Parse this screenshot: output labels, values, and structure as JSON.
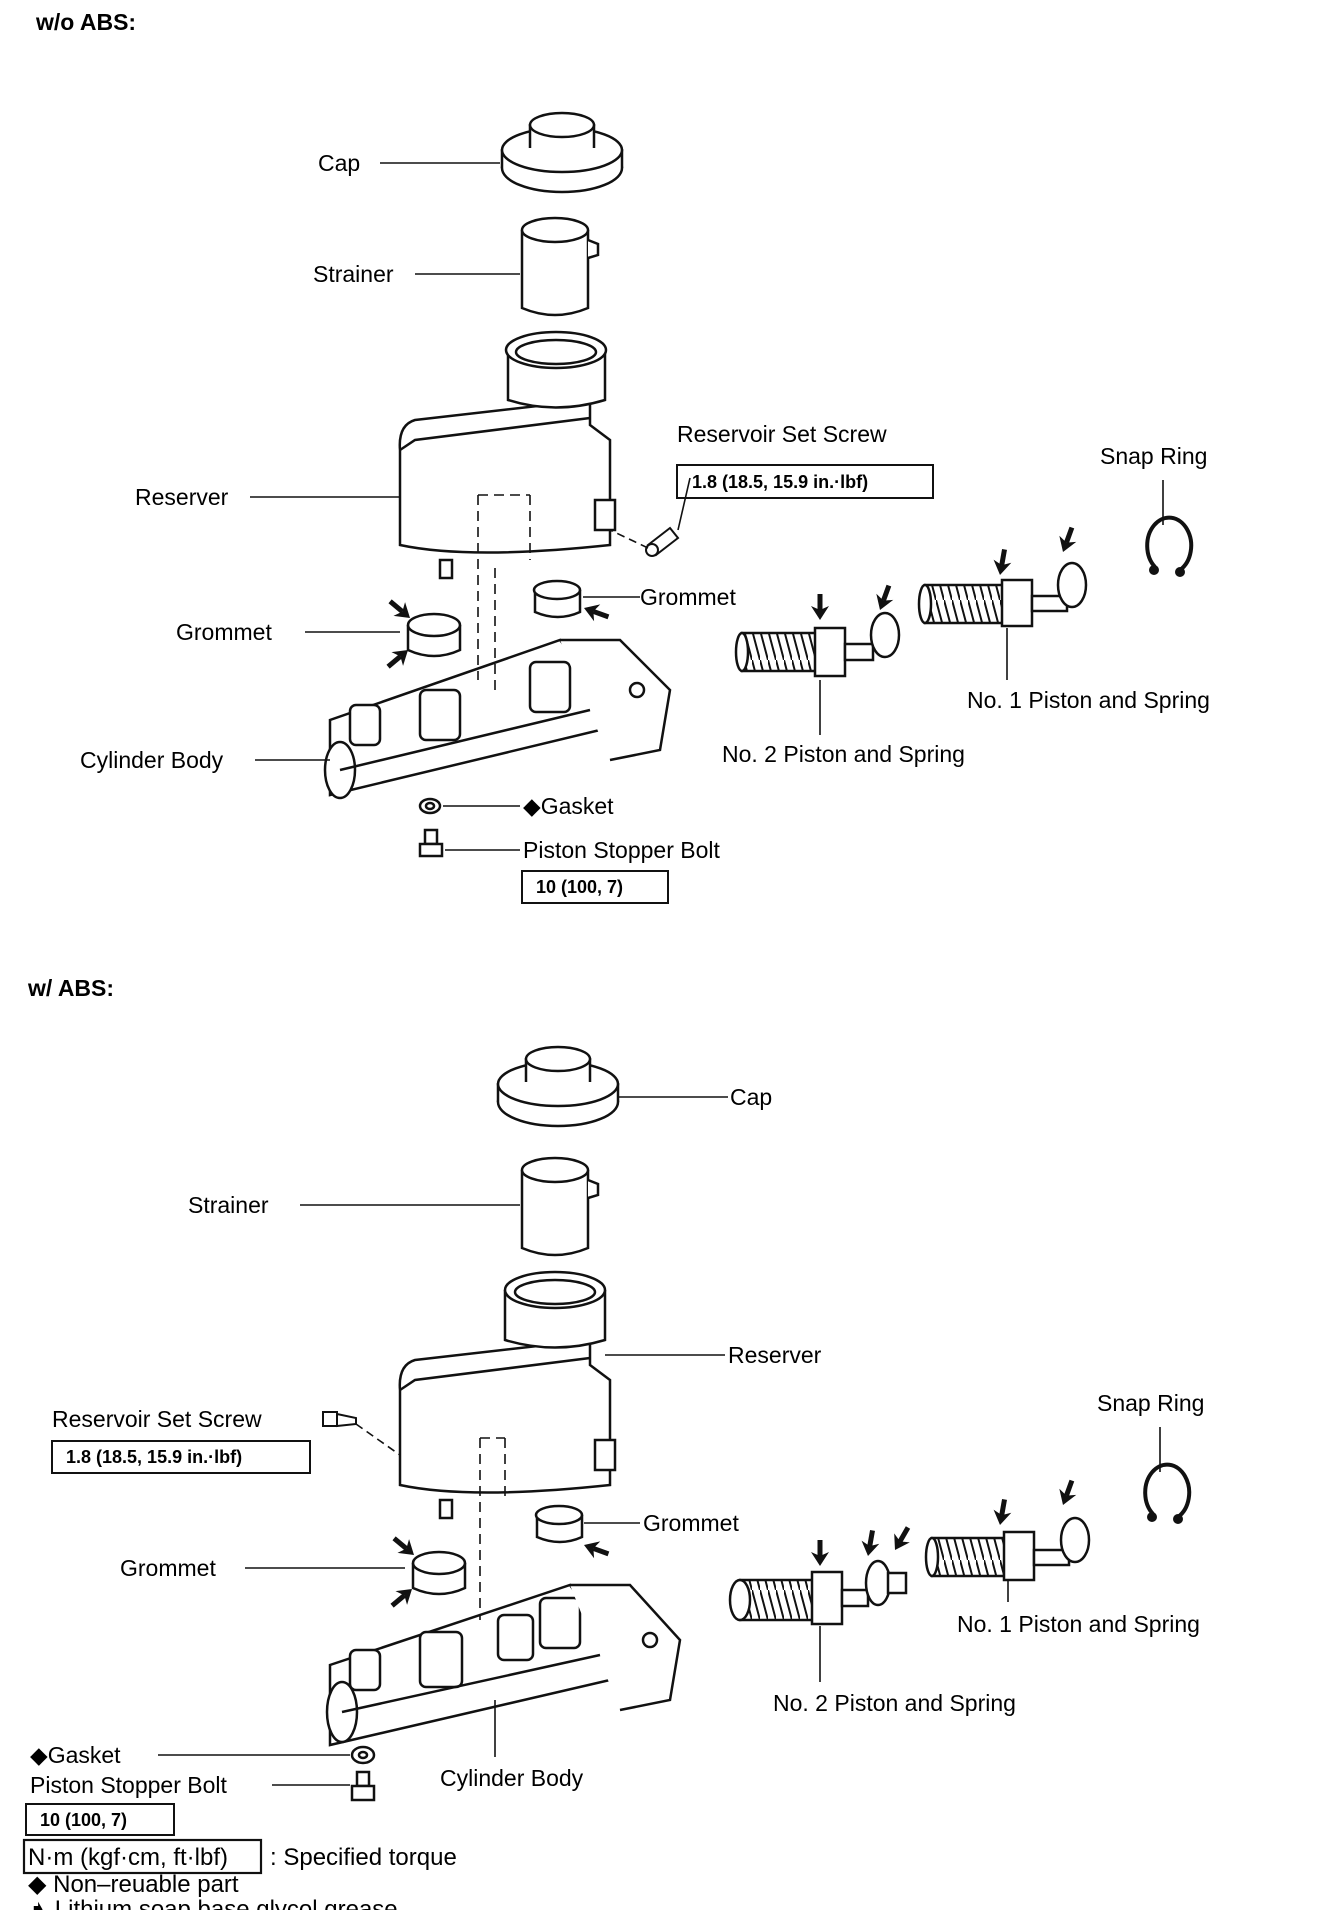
{
  "sections": {
    "without_abs": {
      "heading": "w/o ABS:",
      "cap": "Cap",
      "strainer": "Strainer",
      "reserver": "Reserver",
      "reservoir_set_screw": "Reservoir Set Screw",
      "reservoir_set_screw_torque": "1.8 (18.5, 15.9 in.·lbf)",
      "snap_ring": "Snap Ring",
      "grommet_right": "Grommet",
      "grommet_left": "Grommet",
      "no1_piston": "No. 1 Piston and Spring",
      "no2_piston": "No. 2 Piston and Spring",
      "cylinder_body": "Cylinder Body",
      "gasket": "◆Gasket",
      "piston_stopper_bolt": "Piston Stopper Bolt",
      "piston_stopper_torque": "10 (100, 7)"
    },
    "with_abs": {
      "heading": "w/ ABS:",
      "cap": "Cap",
      "strainer": "Strainer",
      "reserver": "Reserver",
      "reservoir_set_screw": "Reservoir Set Screw",
      "reservoir_set_screw_torque": "1.8 (18.5, 15.9 in.·lbf)",
      "snap_ring": "Snap Ring",
      "grommet_right": "Grommet",
      "grommet_left": "Grommet",
      "no1_piston": "No. 1 Piston and Spring",
      "no2_piston": "No. 2 Piston and Spring",
      "cylinder_body": "Cylinder Body",
      "gasket": "◆Gasket",
      "piston_stopper_bolt": "Piston Stopper Bolt",
      "piston_stopper_torque": "10 (100, 7)"
    }
  },
  "legend": {
    "torque_unit_box": "N·m (kgf·cm, ft·lbf)",
    "torque_desc": ": Specified torque",
    "non_reusable": "◆ Non–reuable part",
    "grease": "➧ Lithium soap base glycol grease"
  }
}
